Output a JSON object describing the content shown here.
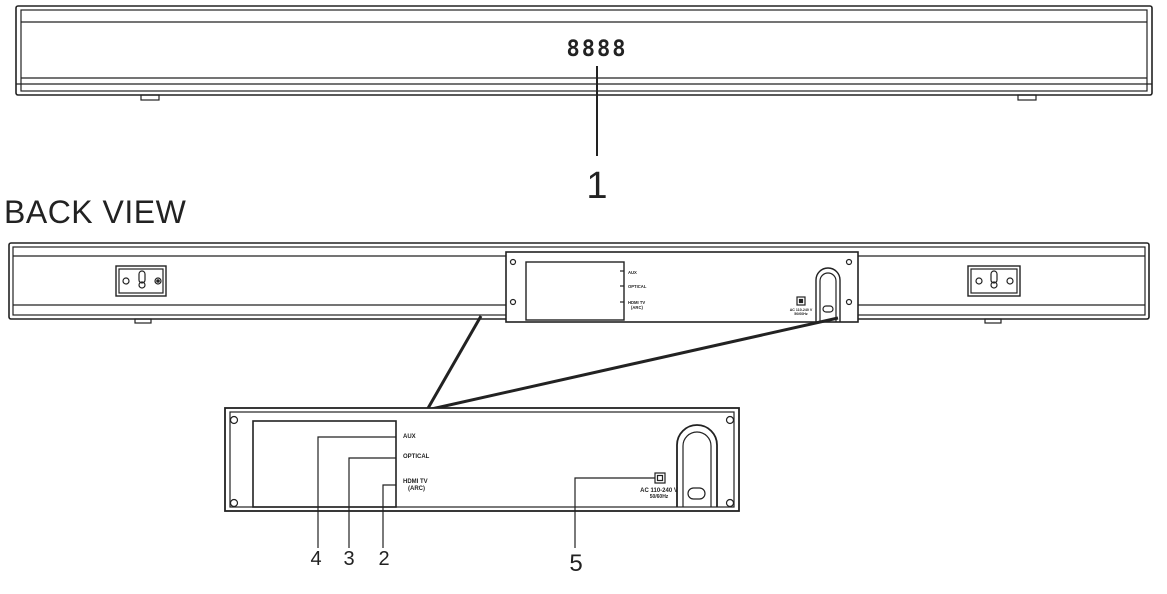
{
  "front": {
    "display_text": "8888",
    "callout": "1"
  },
  "back_view": {
    "title": "BACK VIEW",
    "ports": {
      "aux": "AUX",
      "optical": "OPTICAL",
      "hdmi_line1": "HDMI TV",
      "hdmi_line2": "(ARC)",
      "ac_line1": "AC 110-240 V",
      "ac_line2": "50/60Hz"
    },
    "callouts": {
      "aux": "4",
      "optical": "3",
      "hdmi": "2",
      "ac": "5"
    }
  }
}
